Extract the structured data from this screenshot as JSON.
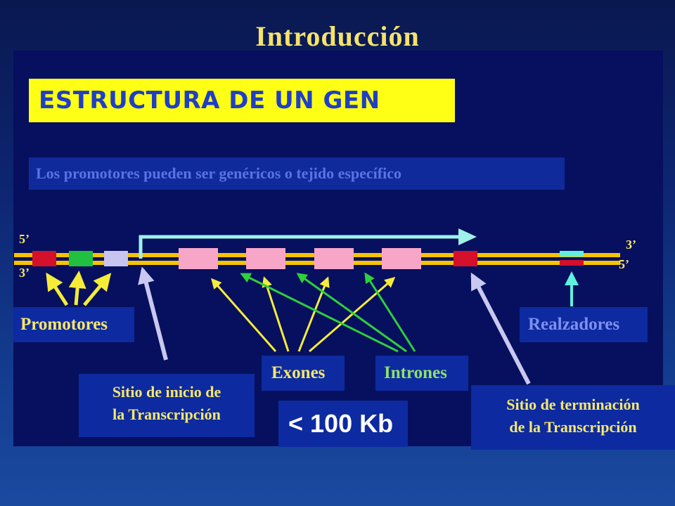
{
  "slide": {
    "title": "Introducción",
    "heading": "ESTRUCTURA DE UN GEN",
    "subtitle": "Los promotores pueden ser genéricos o tejido específico"
  },
  "strand_ends": {
    "top_left": "5’",
    "bottom_left": "3’",
    "top_right": "3’",
    "bottom_right": "5’"
  },
  "labels": {
    "promotores": "Promotores",
    "realzadores": "Realzadores",
    "exones": "Exones",
    "intrones": "Intrones",
    "inicio_line1": "Sitio de inicio de",
    "inicio_line2": "la Transcripción",
    "size": "< 100 Kb",
    "terminacion_line1": "Sitio de terminación",
    "terminacion_line2": "de la Transcripción"
  },
  "colors": {
    "strand": "#f5c400",
    "exon": "#f7a6c8",
    "promoter_red": "#d4102a",
    "promoter_green": "#22c040",
    "promoter_lavender": "#c8c4f0",
    "enhancer_cyan": "#5ff0e0",
    "arrow_yellow": "#f5ec3a",
    "arrow_green": "#2fd03a",
    "arrow_lavender": "#c8c8f0",
    "transcription_arrow": "#9ff0e8"
  }
}
